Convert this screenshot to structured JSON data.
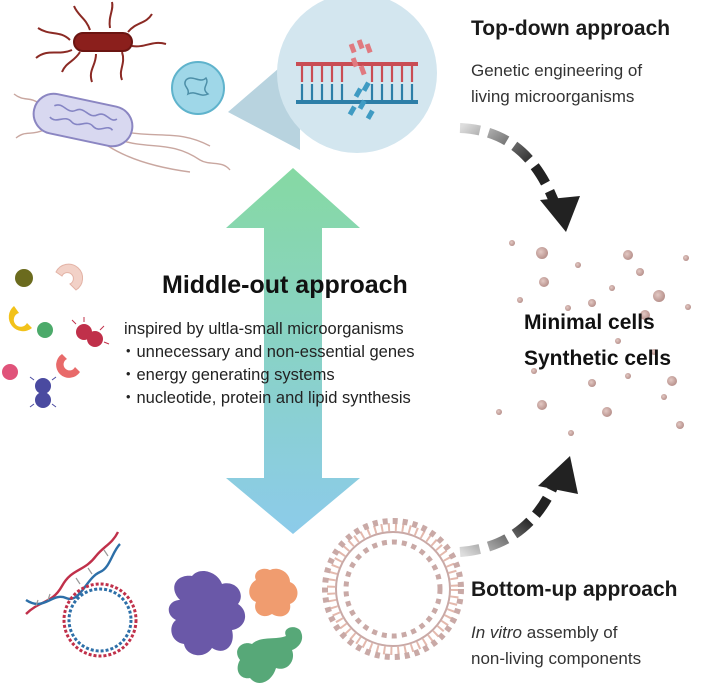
{
  "top_down": {
    "title": "Top-down approach",
    "desc_line1": "Genetic engineering of",
    "desc_line2": "living microorganisms"
  },
  "middle_out": {
    "title": "Middle-out approach",
    "items": [
      "inspired by ultla-small microorganisms",
      "・unnecessary and non-essential genes",
      "・energy generating systems",
      "・nucleotide, protein and lipid synthesis"
    ]
  },
  "cells": {
    "line1": "Minimal cells",
    "line2": "Synthetic cells"
  },
  "bottom_up": {
    "title": "Bottom-up approach",
    "desc_italic": "In vitro",
    "desc_rest": " assembly of",
    "desc_line2": "non-living components"
  },
  "icons": [
    "flagellated-bacterium-icon",
    "spherical-cell-icon",
    "rod-bacterium-icon",
    "dna-membrane-zoom-icon",
    "biomolecules-cluster-icon",
    "dna-helix-icon",
    "plasmid-icon",
    "protein-icon",
    "liposome-icon",
    "arrow-icon"
  ],
  "colors": {
    "arrow_top": "#86d9a3",
    "arrow_bottom": "#8ccbea",
    "dashed_arrow": "#222222",
    "particle": "#c9a9a6",
    "zoom_bg": "#d3e6ef"
  }
}
